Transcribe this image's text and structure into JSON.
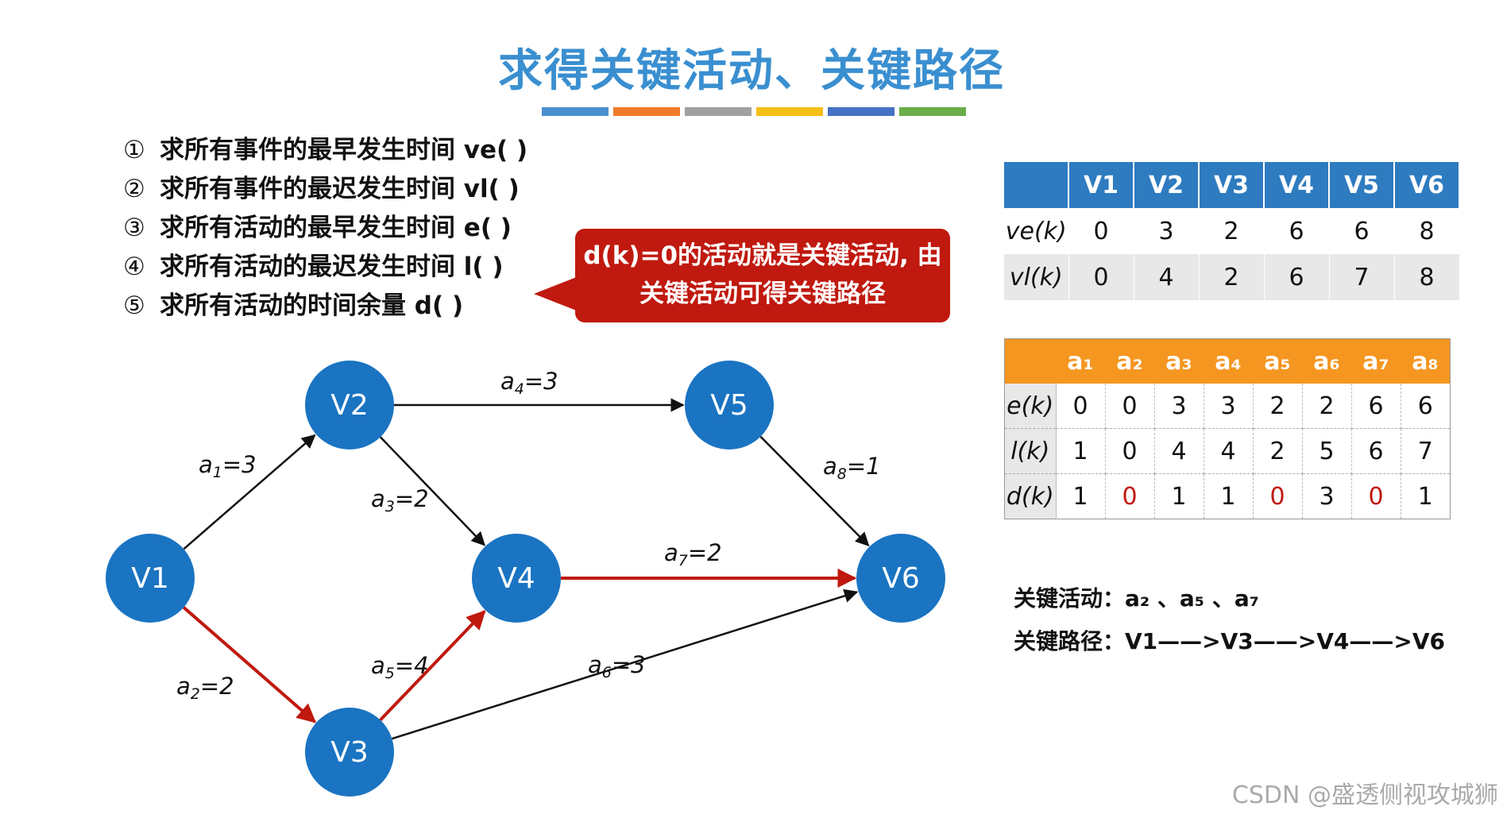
{
  "title": "求得关键活动、关键路径",
  "colorbar": [
    "#4a90d0",
    "#ef7a2a",
    "#a0a0a0",
    "#f6bf18",
    "#4472c4",
    "#6aad4a"
  ],
  "steps": [
    {
      "num": "①",
      "text": "求所有事件的最早发生时间 ve( )"
    },
    {
      "num": "②",
      "text": "求所有事件的最迟发生时间 vl( )"
    },
    {
      "num": "③",
      "text": "求所有活动的最早发生时间 e( )"
    },
    {
      "num": "④",
      "text": "求所有活动的最迟发生时间 l( )"
    },
    {
      "num": "⑤",
      "text": "求所有活动的时间余量 d( )"
    }
  ],
  "callout": {
    "line1": "d(k)=0的活动就是关键活动, 由",
    "line2": "关键活动可得关键路径"
  },
  "graph": {
    "nodes": [
      {
        "id": "V1",
        "label": "V1"
      },
      {
        "id": "V2",
        "label": "V2"
      },
      {
        "id": "V3",
        "label": "V3"
      },
      {
        "id": "V4",
        "label": "V4"
      },
      {
        "id": "V5",
        "label": "V5"
      },
      {
        "id": "V6",
        "label": "V6"
      }
    ],
    "edges": [
      {
        "from": "V1",
        "to": "V2",
        "name": "a",
        "sub": "1",
        "weight": "=3",
        "critical": false
      },
      {
        "from": "V1",
        "to": "V3",
        "name": "a",
        "sub": "2",
        "weight": "=2",
        "critical": true
      },
      {
        "from": "V2",
        "to": "V4",
        "name": "a",
        "sub": "3",
        "weight": "=2",
        "critical": false
      },
      {
        "from": "V2",
        "to": "V5",
        "name": "a",
        "sub": "4",
        "weight": "=3",
        "critical": false
      },
      {
        "from": "V3",
        "to": "V4",
        "name": "a",
        "sub": "5",
        "weight": "=4",
        "critical": true
      },
      {
        "from": "V3",
        "to": "V6",
        "name": "a",
        "sub": "6",
        "weight": "=3",
        "critical": false
      },
      {
        "from": "V4",
        "to": "V6",
        "name": "a",
        "sub": "7",
        "weight": "=2",
        "critical": true
      },
      {
        "from": "V5",
        "to": "V6",
        "name": "a",
        "sub": "8",
        "weight": "=1",
        "critical": false
      }
    ],
    "colors": {
      "node": "#1a74c2",
      "critical": "#c0190f",
      "normal": "#111111"
    }
  },
  "vtable": {
    "headers": [
      "V1",
      "V2",
      "V3",
      "V4",
      "V5",
      "V6"
    ],
    "rows": [
      {
        "label": "ve(k)",
        "values": [
          "0",
          "3",
          "2",
          "6",
          "6",
          "8"
        ]
      },
      {
        "label": "vl(k)",
        "values": [
          "0",
          "4",
          "2",
          "6",
          "7",
          "8"
        ]
      }
    ]
  },
  "atable": {
    "headers": [
      "a₁",
      "a₂",
      "a₃",
      "a₄",
      "a₅",
      "a₆",
      "a₇",
      "a₈"
    ],
    "rows": [
      {
        "label": "e(k)",
        "values": [
          "0",
          "0",
          "3",
          "3",
          "2",
          "2",
          "6",
          "6"
        ]
      },
      {
        "label": "l(k)",
        "values": [
          "1",
          "0",
          "4",
          "4",
          "2",
          "5",
          "6",
          "7"
        ]
      },
      {
        "label": "d(k)",
        "values": [
          "1",
          "0",
          "1",
          "1",
          "0",
          "3",
          "0",
          "1"
        ]
      }
    ]
  },
  "summary": {
    "activities": "关键活动：a₂ 、a₅ 、a₇",
    "path": "关键路径：V1——>V3——>V4——>V6"
  },
  "watermark": "CSDN @盛透侧视攻城狮"
}
